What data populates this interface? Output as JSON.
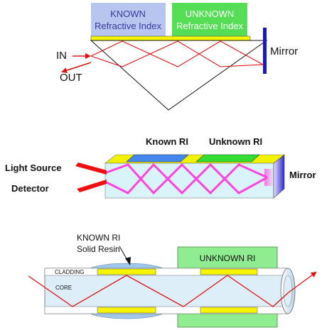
{
  "prism_panel": {
    "known_label_line1": "KNOWN",
    "known_label_line2": "Refractive Index",
    "unknown_label_line1": "UNKNOWN",
    "unknown_label_line2": "Refractive Index",
    "in_label": "IN",
    "out_label": "OUT",
    "mirror_label": "Mirror"
  },
  "waveguide_panel": {
    "known_label": "Known RI",
    "unknown_label": "Unknown RI",
    "light_source_label": "Light Source",
    "detector_label": "Detector",
    "mirror_label": "Mirror"
  },
  "fiber_panel": {
    "known_label_line1": "KNOWN RI",
    "known_label_line2": "Solid Resin",
    "unknown_label": "UNKNOWN RI",
    "cladding_label": "CLADDING",
    "core_label": "CORE"
  },
  "colors": {
    "known_box": "#b7c6ee",
    "unknown_box": "#55dd55",
    "strip": "#f5f500",
    "ray": "#e01010",
    "magenta_ray": "#ff44dd",
    "mirror": "#1a1ab0",
    "resin": "#9fc8ec",
    "fiber_core": "#ddeef8"
  }
}
